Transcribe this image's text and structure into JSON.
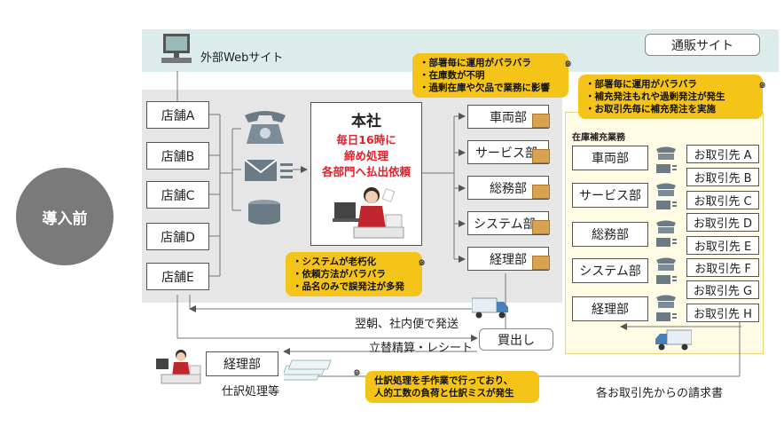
{
  "badge": "導入前",
  "web": {
    "label": "外部Webサイト",
    "shop": "通販サイト"
  },
  "stores": [
    "店舗A",
    "店舗B",
    "店舗C",
    "店舗D",
    "店舗E"
  ],
  "hq": {
    "title": "本社",
    "lines": [
      "毎日16時に",
      "締め処理",
      "各部門へ払出依頼"
    ]
  },
  "departments": [
    "車両部",
    "サービス部",
    "総務部",
    "システム部",
    "経理部"
  ],
  "note_dept": [
    "部署毎に運用がバラバラ",
    "在庫数が不明",
    "過剰在庫や欠品で業務に影響"
  ],
  "note_system": [
    "システムが老朽化",
    "依頼方法がバラバラ",
    "品名のみで誤発注が多発"
  ],
  "note_supply": [
    "部署毎に運用がバラバラ",
    "補充発注もれや過剰発注が発生",
    "お取引先毎に補充発注を実施"
  ],
  "supply": {
    "title": "在庫補充業務",
    "departments": [
      "車両部",
      "サービス部",
      "総務部",
      "システム部",
      "経理部"
    ],
    "suppliers": [
      "お取引先 A",
      "お取引先 B",
      "お取引先 C",
      "お取引先 D",
      "お取引先 E",
      "お取引先 F",
      "お取引先 G",
      "お取引先 H"
    ]
  },
  "flow": {
    "next_morning": "翌朝、社内便で発送",
    "purchase": "買出し",
    "reimburse": "立替精算・レシート",
    "accounting": "経理部",
    "journal": "仕訳処理等",
    "invoice": "各お取引先からの請求書"
  },
  "note_journal": [
    "仕訳処理を手作業で行っており、",
    "人的工数の負荷と仕訳ミスが発生"
  ],
  "colors": {
    "accent_yellow": "#f5c418",
    "hq_red": "#e0202c",
    "badge_grey": "#7a7a7a"
  }
}
